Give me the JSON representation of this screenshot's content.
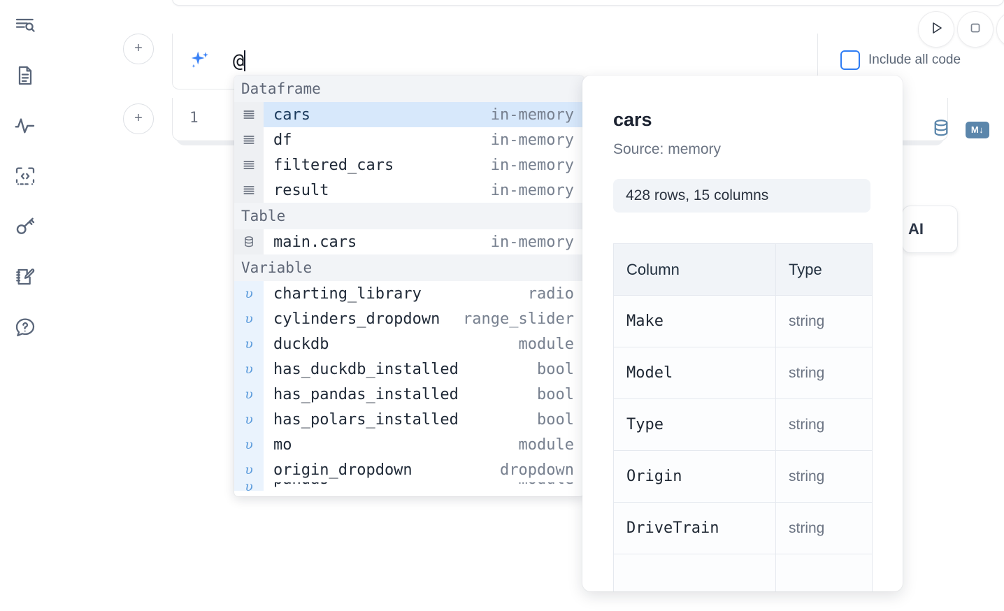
{
  "app": {
    "sidebar": {
      "items": [
        {
          "icon": "file-search-icon",
          "label": "Explore"
        },
        {
          "icon": "document-icon",
          "label": "Notebook"
        },
        {
          "icon": "activity-pulse-icon",
          "label": "Variables"
        },
        {
          "icon": "code-brackets-icon",
          "label": "Snippets"
        },
        {
          "icon": "key-icon",
          "label": "Secrets"
        },
        {
          "icon": "scratchpad-edit-icon",
          "label": "Scratchpad"
        },
        {
          "icon": "chat-question-icon",
          "label": "Help"
        }
      ]
    },
    "toolbar": {
      "run_label": "Run",
      "stop_label": "Stop",
      "include_all_code_label": "Include all code",
      "include_all_code_checked": false,
      "accent_color": "#2f7df4"
    },
    "cell": {
      "add_cell_label": "+",
      "line_number": "1",
      "database_icon_label": "SQL cell",
      "markdown_badge_label": "M↓",
      "mini_icon_color": "#5b86ab"
    },
    "ai_prompt": {
      "icon": "sparkles-icon",
      "icon_color": "#3b82f6",
      "value": "@",
      "placeholder": ""
    },
    "ai_pill": {
      "label": "AI"
    }
  },
  "autocomplete": {
    "groups": [
      {
        "title": "Dataframe",
        "items": [
          {
            "icon": "dataframe-icon",
            "kind": "dataframe",
            "name": "cars",
            "meta": "in-memory",
            "selected": true
          },
          {
            "icon": "dataframe-icon",
            "kind": "dataframe",
            "name": "df",
            "meta": "in-memory",
            "selected": false
          },
          {
            "icon": "dataframe-icon",
            "kind": "dataframe",
            "name": "filtered_cars",
            "meta": "in-memory",
            "selected": false
          },
          {
            "icon": "dataframe-icon",
            "kind": "dataframe",
            "name": "result",
            "meta": "in-memory",
            "selected": false
          }
        ]
      },
      {
        "title": "Table",
        "items": [
          {
            "icon": "database-icon",
            "kind": "table",
            "name": "main.cars",
            "meta": "in-memory",
            "selected": false
          }
        ]
      },
      {
        "title": "Variable",
        "items": [
          {
            "icon": "variable-icon",
            "kind": "variable",
            "name": "charting_library",
            "meta": "radio",
            "selected": false
          },
          {
            "icon": "variable-icon",
            "kind": "variable",
            "name": "cylinders_dropdown",
            "meta": "range_slider",
            "selected": false
          },
          {
            "icon": "variable-icon",
            "kind": "variable",
            "name": "duckdb",
            "meta": "module",
            "selected": false
          },
          {
            "icon": "variable-icon",
            "kind": "variable",
            "name": "has_duckdb_installed",
            "meta": "bool",
            "selected": false
          },
          {
            "icon": "variable-icon",
            "kind": "variable",
            "name": "has_pandas_installed",
            "meta": "bool",
            "selected": false
          },
          {
            "icon": "variable-icon",
            "kind": "variable",
            "name": "has_polars_installed",
            "meta": "bool",
            "selected": false
          },
          {
            "icon": "variable-icon",
            "kind": "variable",
            "name": "mo",
            "meta": "module",
            "selected": false
          },
          {
            "icon": "variable-icon",
            "kind": "variable",
            "name": "origin_dropdown",
            "meta": "dropdown",
            "selected": false
          }
        ]
      }
    ],
    "selected_highlight_color": "#d7e8fb"
  },
  "detail_panel": {
    "title": "cars",
    "source": "Source: memory",
    "stats": "428 rows, 15 columns",
    "table": {
      "headers": [
        "Column",
        "Type"
      ],
      "rows": [
        [
          "Make",
          "string"
        ],
        [
          "Model",
          "string"
        ],
        [
          "Type",
          "string"
        ],
        [
          "Origin",
          "string"
        ],
        [
          "DriveTrain",
          "string"
        ]
      ]
    }
  }
}
